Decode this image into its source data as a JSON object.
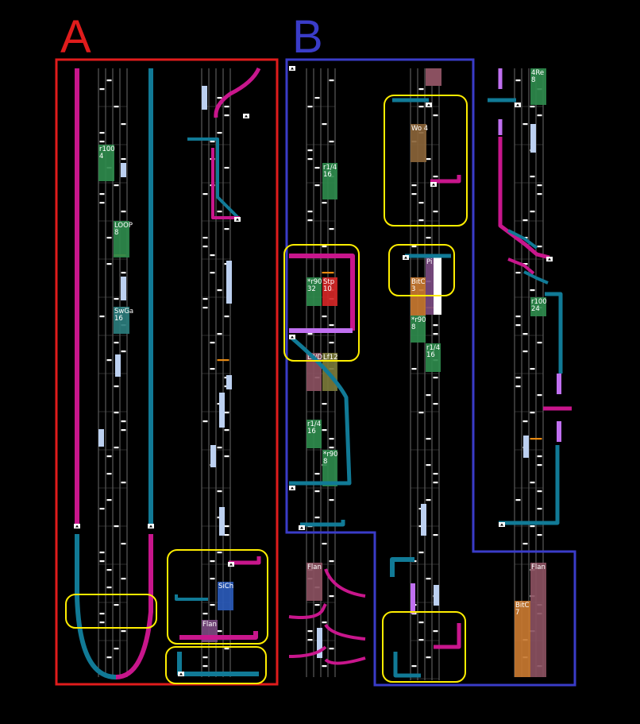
{
  "labels": {
    "group_a": "A",
    "group_b": "B"
  },
  "colors": {
    "background": "#000000",
    "group_a_frame": "#e01c1c",
    "group_b_frame": "#3a3cc8",
    "highlight": "#ffee00",
    "magenta_line": "#c8168c",
    "teal_line": "#117a96",
    "lilac_line": "#c070f0",
    "lane_line": "#9a9a9a",
    "note_white": "#ffffff",
    "note_orange": "#e88a12",
    "note_lightblue": "#bcd0f0",
    "block_green": "#2e8a4c",
    "block_teal": "#2a7c7c",
    "block_red": "#d32626",
    "block_purple": "#7a4a80",
    "block_mauve": "#8a5060",
    "block_brown": "#8a6438",
    "block_orange": "#c87830",
    "block_blue": "#2a5ab8",
    "block_brown_green": "#7a7838"
  },
  "blocks": {
    "a1_r100": "r100\n4",
    "a1_loop": "LOOP\n8",
    "a1_swga": "SwGa\n16",
    "a2_sich": "SiCh",
    "a2_flan": "Flan",
    "b1_bl1": "*r90\n32",
    "b1_bl2": "Stp\n10",
    "b1_lwd": "LWD",
    "b1_lf": "Lf12",
    "b1_r14a": "r1/4\n16",
    "b1_r14b": "r1/4\n16",
    "b1_r90": "*r90\n8",
    "b1_flan": "Flan",
    "b2_wo": "Wo 4",
    "b2_pi": "Pi",
    "b2_bitc": "BitC\n3",
    "b2_r90": "*r90\n8",
    "b2_r14": "r1/4\n16",
    "b3_4re": "4Re\n8",
    "b3_r100": "r100\n24",
    "b3_flan": "Flan",
    "b3_bitc": "BitC\n7"
  }
}
